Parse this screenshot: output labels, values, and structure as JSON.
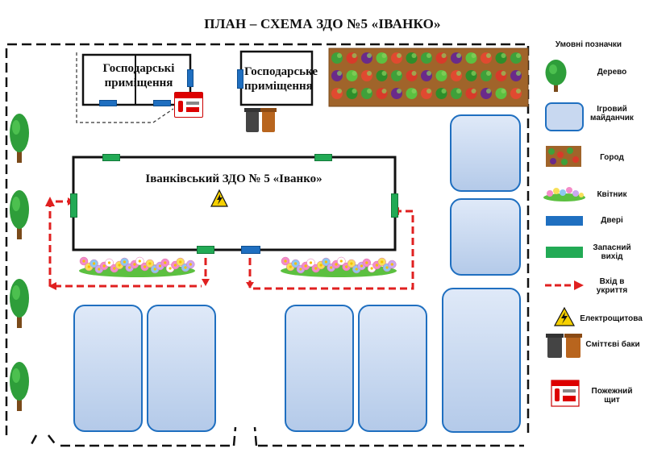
{
  "title": "ПЛАН – СХЕМА ЗДО №5 «ІВАНКО»",
  "buildings": {
    "utility_left": "Господарські приміщення",
    "utility_right": "Господарське приміщення",
    "main": "Іванківський ЗДО № 5 «Іванко»"
  },
  "legend": {
    "title": "Умовні позначки",
    "items": [
      {
        "icon": "tree-icon",
        "label": "Дерево"
      },
      {
        "icon": "playground-icon",
        "label": "Ігровий майданчик"
      },
      {
        "icon": "garden-icon",
        "label": "Город"
      },
      {
        "icon": "flowerbed-icon",
        "label": "Квітник"
      },
      {
        "icon": "door-icon",
        "label": "Двері"
      },
      {
        "icon": "emergency-exit-icon",
        "label": "Запасний вихід"
      },
      {
        "icon": "shelter-arrow-icon",
        "label": "Вхід в укриття"
      },
      {
        "icon": "electrical-panel-icon",
        "label": "Електрощитова"
      },
      {
        "icon": "trash-bins-icon",
        "label": "Сміттєві баки"
      },
      {
        "icon": "fire-board-icon",
        "label": "Пожежний щит"
      }
    ]
  },
  "colors": {
    "door": "#1f6fc0",
    "exit": "#22aa55",
    "arrow": "#e02020",
    "playground_border": "#1f6fc0",
    "tree": "#2e9e3a"
  }
}
